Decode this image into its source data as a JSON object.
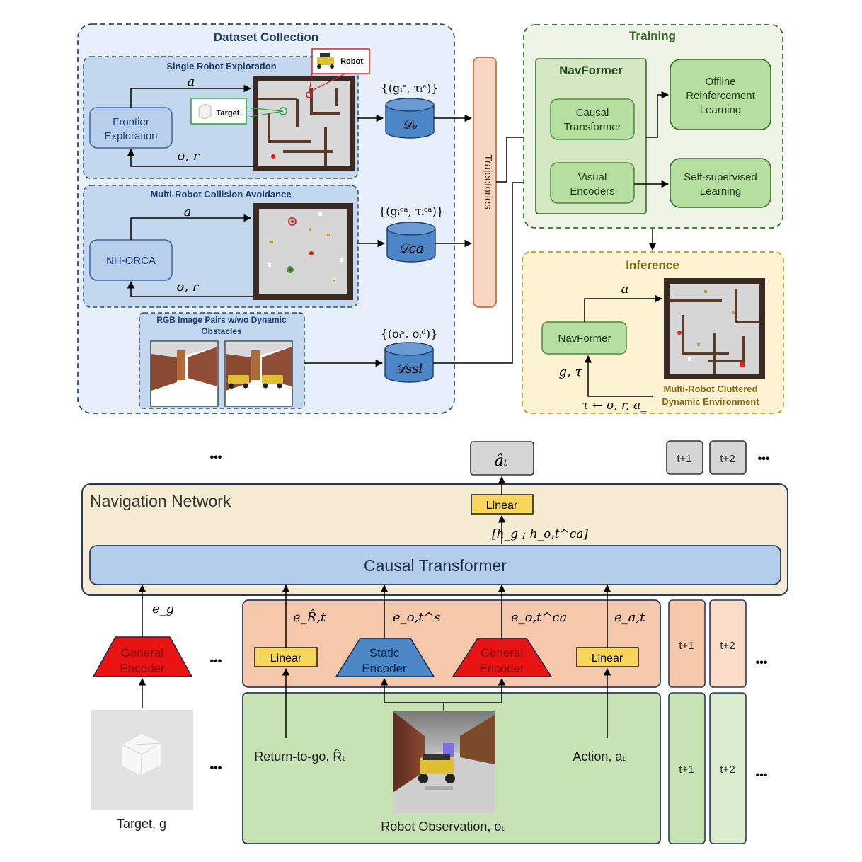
{
  "top": {
    "dataset": {
      "title": "Dataset Collection",
      "single": {
        "title": "Single Robot Exploration",
        "method": [
          "Frontier",
          "Exploration"
        ],
        "action": "a",
        "feedback": "o, r",
        "target_label": "Target",
        "robot_label": "Robot",
        "set_label": "{(gᵢᵉ, τᵢᵉ)}",
        "db": "𝒟ₑ"
      },
      "multi": {
        "title": "Multi-Robot Collision Avoidance",
        "method": [
          "NH-ORCA"
        ],
        "action": "a",
        "feedback": "o, r",
        "set_label": "{(gᵢᶜᵃ, τᵢᶜᵃ)}",
        "db": "𝒟ca"
      },
      "rgb": {
        "title": [
          "RGB Image Pairs w/wo Dynamic",
          "Obstacles"
        ],
        "set_label": "{(oᵢˢ, oᵢᵈ)}",
        "db": "𝒟ssl"
      }
    },
    "trajectories": "Trajectories",
    "training": {
      "title": "Training",
      "navformer": "NavFormer",
      "causal": [
        "Causal",
        "Transformer"
      ],
      "visual": [
        "Visual",
        "Encoders"
      ],
      "offline": [
        "Offline",
        "Reinforcement",
        "Learning"
      ],
      "ssl": [
        "Self-supervised",
        "Learning"
      ]
    },
    "inference": {
      "title": "Inference",
      "navformer": "NavFormer",
      "action": "a",
      "input": "g, τ",
      "update": "τ ← o, r, a_",
      "env": [
        "Multi-Robot Cluttered",
        "Dynamic Environment"
      ]
    }
  },
  "bottom": {
    "network_title": "Navigation Network",
    "causal": "Causal Transformer",
    "output": "âₜ",
    "linear": "Linear",
    "hidden": "[h_g ; h_o,t^ca]",
    "general_encoder": [
      "General",
      "Encoder"
    ],
    "static_encoder": [
      "Static",
      "Encoder"
    ],
    "e_g": "e_g",
    "e_R": "e_R̂,t",
    "e_s": "e_o,t^s",
    "e_ca": "e_o,t^ca",
    "e_a": "e_a,t",
    "return_to_go": "Return-to-go, R̂ₜ",
    "action": "Action, aₜ",
    "target": "Target, g",
    "robot_obs": "Robot Observation, oₜ",
    "t1": "t+1",
    "t2": "t+2",
    "ellipsis": "•••"
  },
  "colors": {
    "dataset_bg": "#e7f0fa",
    "dataset_border": "#2f4f6f",
    "subpanel_bg": "#c3d8ee",
    "method_box": "#b7cfea",
    "method_text": "#1f3d7a",
    "db_fill": "#4d86c6",
    "traj_fill": "#f7d5c3",
    "traj_border": "#c96e45",
    "train_bg": "#eef5e6",
    "train_border": "#3a6a2a",
    "navformer_bg": "#d3e8c2",
    "green_box": "#b6dea0",
    "infer_bg": "#fdf3d3",
    "infer_border": "#c19b20",
    "nav_net_bg": "#f5ecd3",
    "causal_bg": "#b4cdea",
    "linear_fill": "#f9d65a",
    "encoder_red": "#e81414",
    "encoder_blue": "#4b86c7",
    "orange_panel": "#f6c8ab",
    "green_panel": "#c7e2b4"
  }
}
